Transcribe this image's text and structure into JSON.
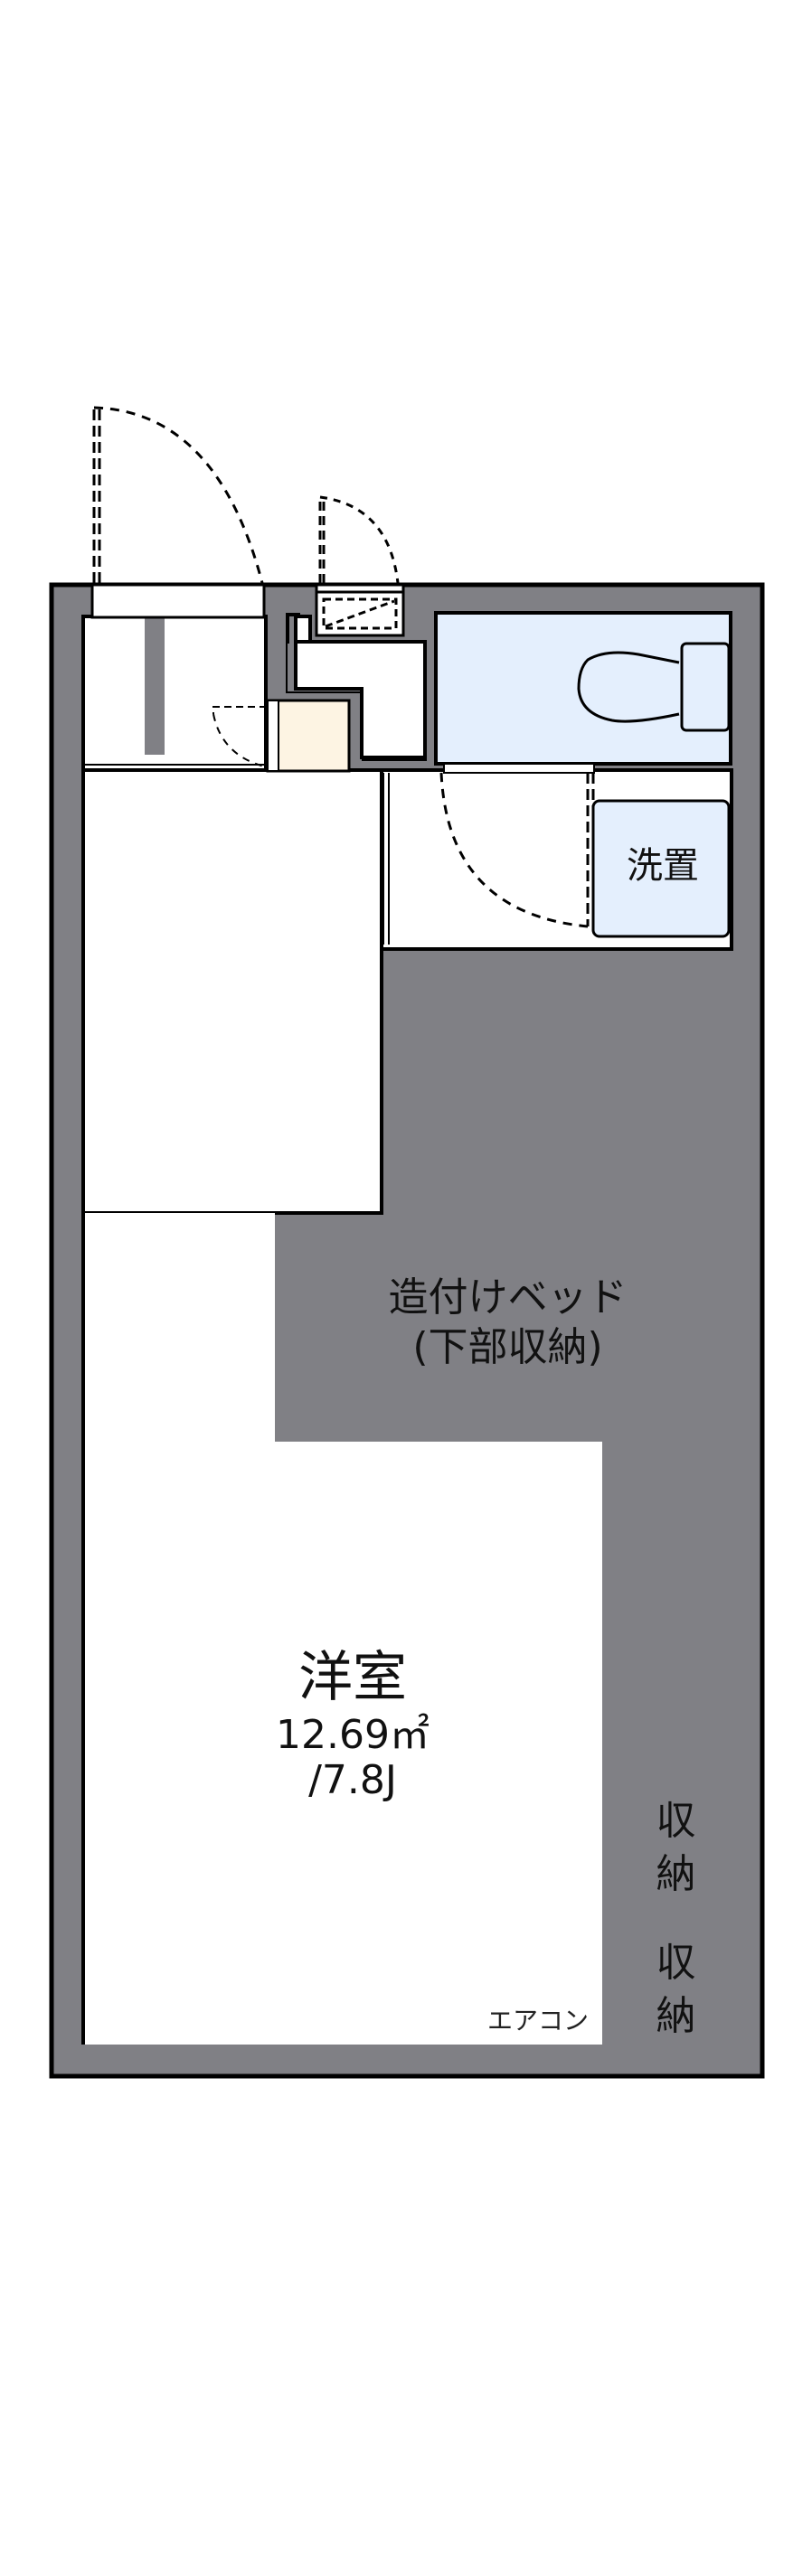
{
  "colors": {
    "wall": "#808085",
    "wall_outline": "#000000",
    "wet_area": "#e4effd",
    "storage": "#fdf4e3",
    "floor": "#ffffff"
  },
  "rooms": {
    "western_room": {
      "name": "洋室",
      "area": "12.69㎡",
      "size": "/7.8J"
    },
    "built_in_bed": {
      "line1": "造付けベッド",
      "line2": "(下部収納)"
    },
    "washer_space": {
      "label": "洗置"
    },
    "storage_1": {
      "label": "収\n納",
      "char1": "収",
      "char2": "納"
    },
    "storage_2": {
      "char1": "収",
      "char2": "納"
    },
    "aircon": {
      "label": "エアコン"
    }
  },
  "fixtures": [
    "entrance-door",
    "meter-box",
    "shoe-box",
    "toilet",
    "washbasin-area",
    "kitchen-stove",
    "kitchen-sink",
    "unit-bath",
    "bathtub",
    "window",
    "balcony"
  ]
}
